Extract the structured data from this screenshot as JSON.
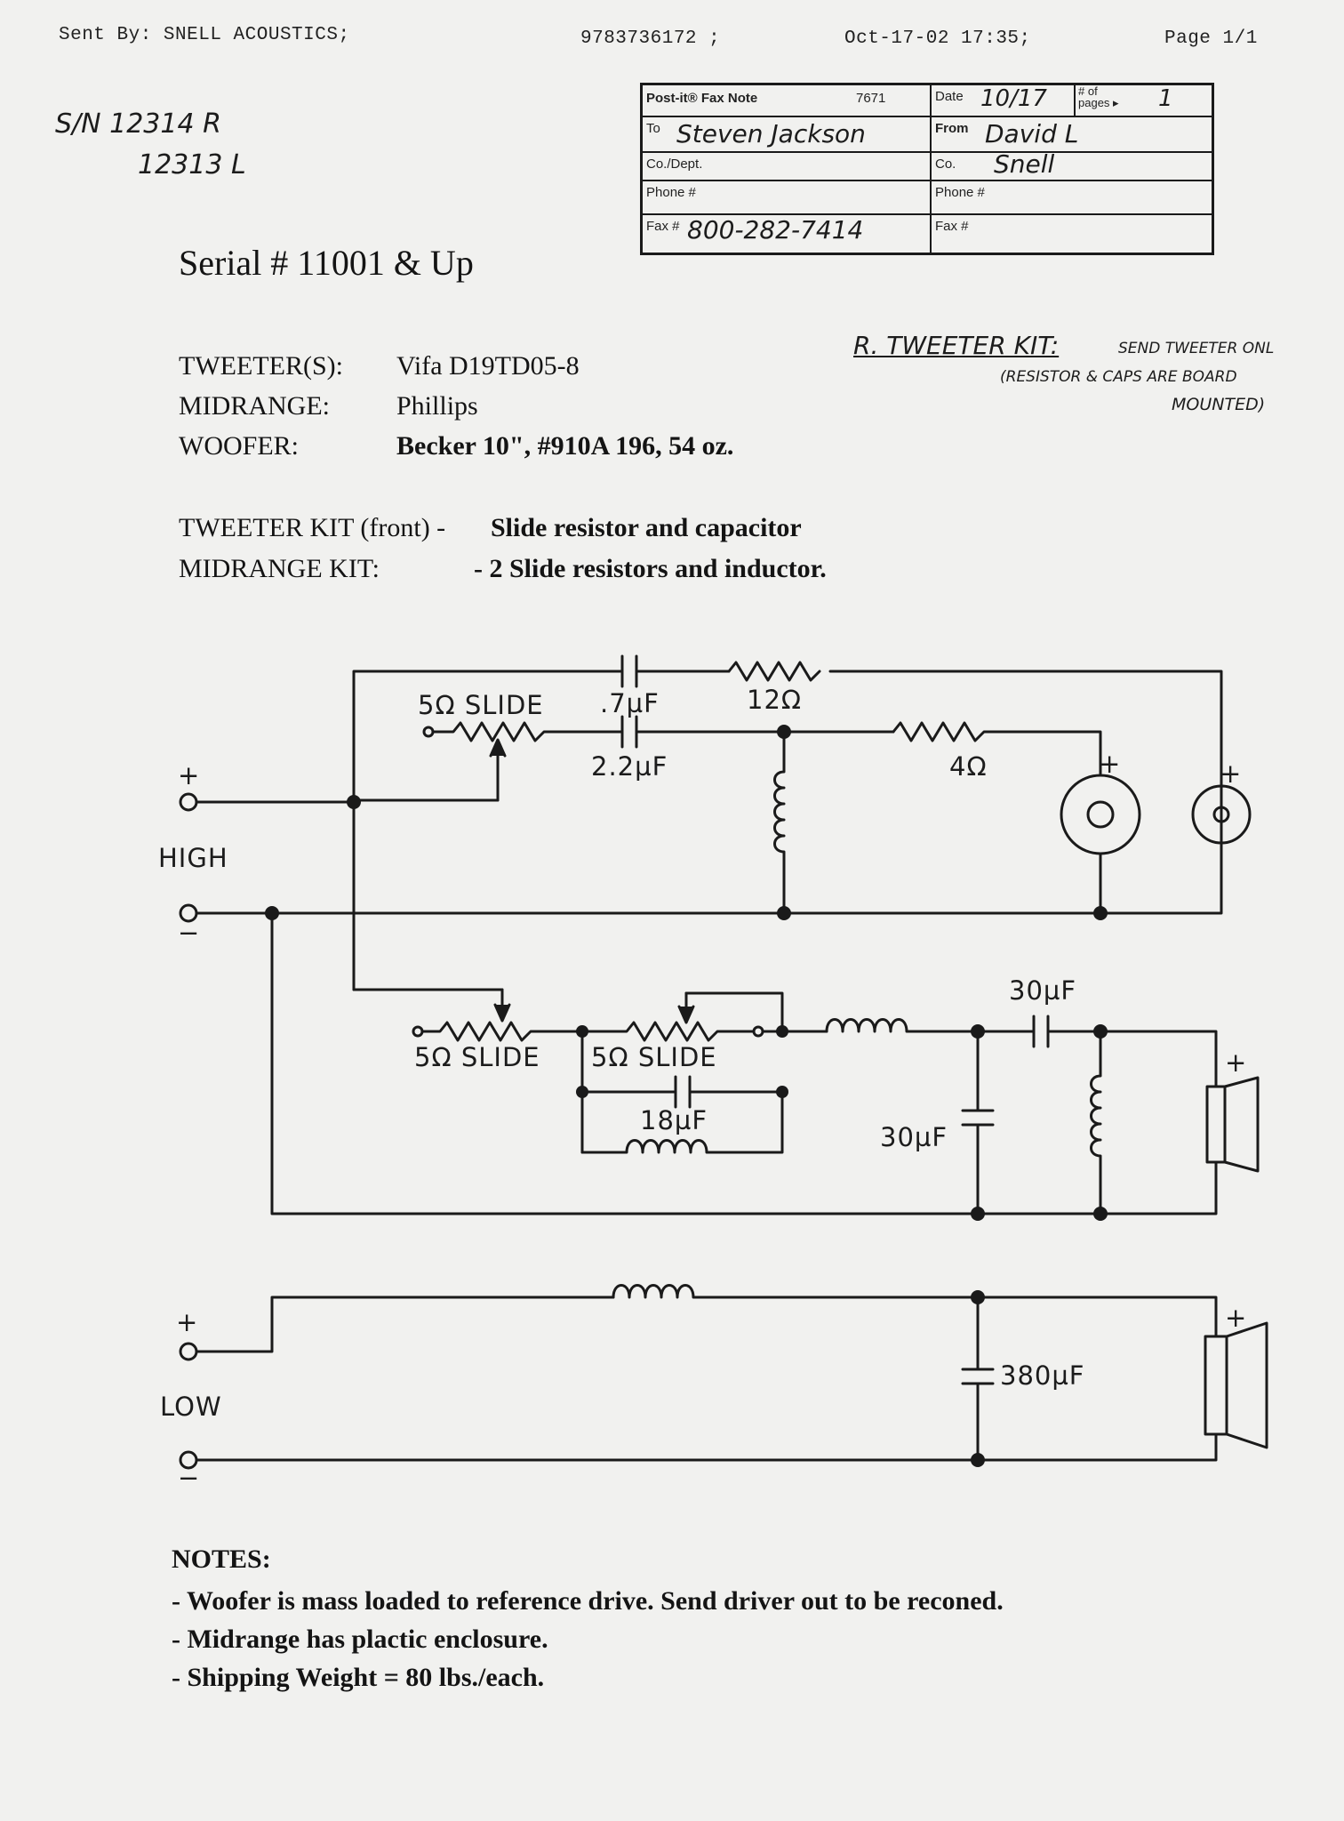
{
  "fax_header": {
    "sent_by": "Sent By: SNELL ACOUSTICS;",
    "phone": "9783736172 ;",
    "datetime": "Oct-17-02 17:35;",
    "page": "Page 1/1"
  },
  "serial_notes": {
    "line1": "S/N 12314 R",
    "line2": "12313 L"
  },
  "fax_note": {
    "brand": "Post-it® Fax Note",
    "number": "7671",
    "date_label": "Date",
    "date_value": "10/17",
    "pages_label": "# of pages ▸",
    "pages_value": "1",
    "to_label": "To",
    "to_value": "Steven Jackson",
    "from_label": "From",
    "from_value": "David L",
    "codept_label": "Co./Dept.",
    "co_label": "Co.",
    "co_value": "Snell",
    "phone_label": "Phone #",
    "phone2_label": "Phone #",
    "fax_label": "Fax #",
    "fax_value": "800-282-7414",
    "fax2_label": "Fax #"
  },
  "title": "Serial # 11001 & Up",
  "drivers": [
    {
      "label": "TWEETER(S):",
      "value": "Vifa D19TD05-8"
    },
    {
      "label": "MIDRANGE:",
      "value": "Phillips"
    },
    {
      "label": "WOOFER:",
      "value": "Becker 10\", #910A 196, 54 oz."
    }
  ],
  "handnote": {
    "line1": "R. TWEETER KIT:",
    "line1b": "SEND TWEETER ONL",
    "line2": "(RESISTOR & CAPS ARE BOARD",
    "line3": "MOUNTED)"
  },
  "kits": {
    "tweeter_label": "TWEETER KIT (front) -",
    "tweeter_value": "Slide resistor and capacitor",
    "midrange_label": "MIDRANGE KIT:",
    "midrange_value": "- 2 Slide resistors and inductor."
  },
  "circuit": {
    "high": "HIGH",
    "low": "LOW",
    "plus": "+",
    "minus": "−",
    "c_07": ".7µF",
    "r_12": "12Ω",
    "slide_top": "5Ω SLIDE",
    "c_22": "2.2µF",
    "r_4": "4Ω",
    "slide_mid1": "5Ω SLIDE",
    "slide_mid2": "5Ω SLIDE",
    "c_18": "18µF",
    "c_30a": "30µF",
    "c_30b": "30µF",
    "c_380": "380µF"
  },
  "notes": {
    "heading": "NOTES:",
    "items": [
      "- Woofer is mass loaded to reference drive.  Send driver out to be reconed.",
      "- Midrange has plactic enclosure.",
      "- Shipping Weight = 80 lbs./each."
    ]
  }
}
